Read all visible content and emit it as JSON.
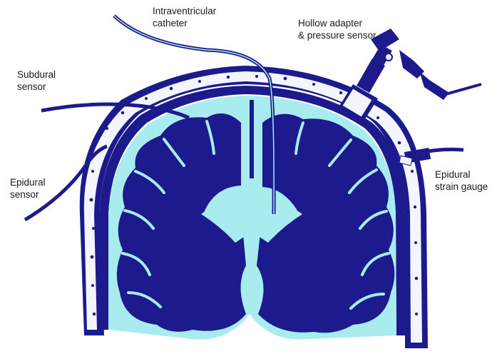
{
  "labels": {
    "intraventricular": [
      "Intraventricular",
      "catheter"
    ],
    "hollow_adapter": [
      "Hollow adapter",
      "& pressure sensor"
    ],
    "subdural": [
      "Subdural",
      "sensor"
    ],
    "epidural_sensor": [
      "Epidural",
      "sensor"
    ],
    "epidural_strain": [
      "Epidural",
      "strain gauge"
    ]
  },
  "colors": {
    "dark_blue": "#1c1a8c",
    "csf_light_blue": "#a8ecf0",
    "skull_white": "#f4f6ff",
    "background": "#ffffff"
  }
}
